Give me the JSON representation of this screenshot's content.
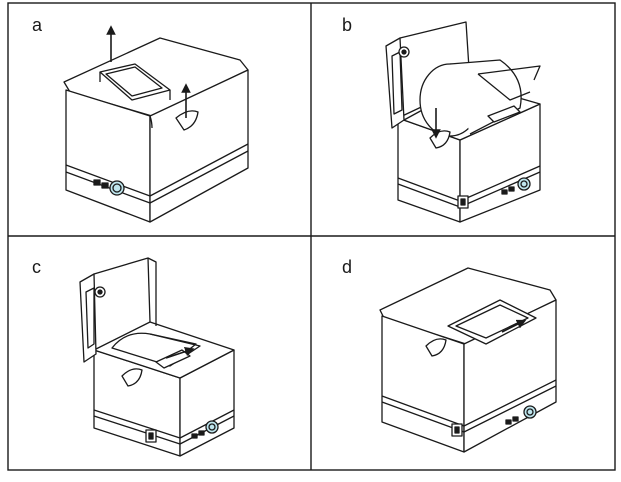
{
  "panels": [
    {
      "label": "a"
    },
    {
      "label": "b"
    },
    {
      "label": "c"
    },
    {
      "label": "d"
    }
  ],
  "colors": {
    "line": "#1a1a1a",
    "fill": "#ffffff",
    "led_fill": "#bfe6ee"
  }
}
